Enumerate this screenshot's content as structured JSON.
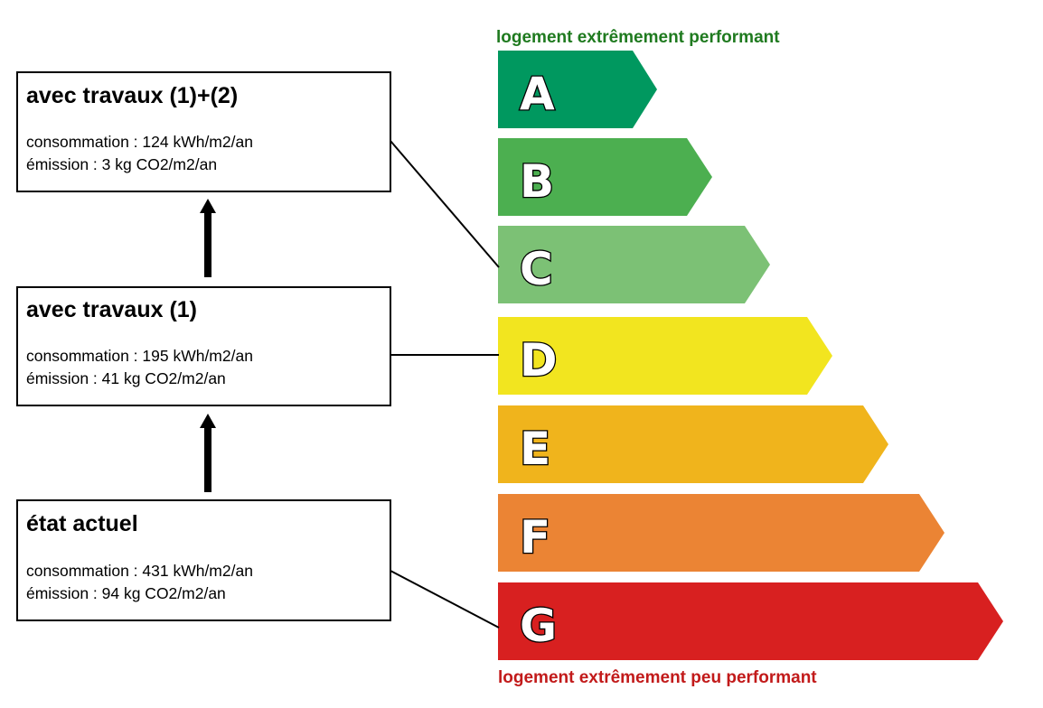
{
  "captions": {
    "top": "logement extrêmement performant",
    "top_color": "#1f7a1f",
    "bottom": "logement extrêmement peu performant",
    "bottom_color": "#c21a1a"
  },
  "bands": [
    {
      "letter": "A",
      "color": "#00985f"
    },
    {
      "letter": "B",
      "color": "#4caf50"
    },
    {
      "letter": "C",
      "color": "#7cc175"
    },
    {
      "letter": "D",
      "color": "#f2e51f"
    },
    {
      "letter": "E",
      "color": "#f0b41c"
    },
    {
      "letter": "F",
      "color": "#eb8434"
    },
    {
      "letter": "G",
      "color": "#d82020"
    }
  ],
  "scenarios": [
    {
      "title": "avec travaux (1)+(2)",
      "consumption": "consommation : 124 kWh/m2/an",
      "emission": "émission : 3 kg CO2/m2/an",
      "class": "C"
    },
    {
      "title": "avec travaux (1)",
      "consumption": "consommation : 195 kWh/m2/an",
      "emission": "émission : 41 kg CO2/m2/an",
      "class": "D"
    },
    {
      "title": "état actuel",
      "consumption": "consommation : 431 kWh/m2/an",
      "emission": "émission : 94 kg CO2/m2/an",
      "class": "G"
    }
  ]
}
